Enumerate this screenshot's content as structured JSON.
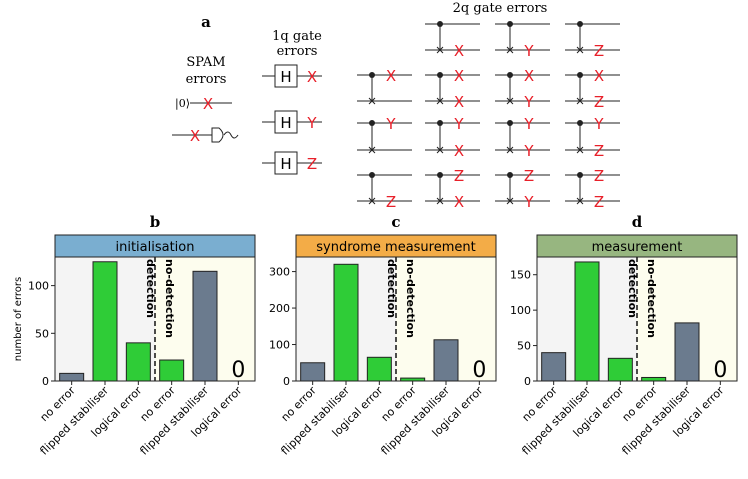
{
  "diagram": {
    "panel_a_label": "a",
    "spam_label_line1": "SPAM",
    "spam_label_line2": "errors",
    "spam_prep_symbol": "|0⟩",
    "oneq_label_line1": "1q gate",
    "oneq_label_line2": "errors",
    "twoq_label": "2q gate errors",
    "gate_label": "H",
    "pauli_x": "X",
    "pauli_y": "Y",
    "pauli_z": "Z",
    "red_color": "#e8202a"
  },
  "chart_data": [
    {
      "panel_label": "b",
      "type": "bar",
      "title": "initialisation",
      "title_color": "#7aaed0",
      "ylabel": "number of errors",
      "ylim": [
        0,
        130
      ],
      "yticks": [
        0,
        50,
        100
      ],
      "categories": [
        "no error",
        "flipped stabiliser",
        "logical error",
        "no error",
        "flipped stabiliser",
        "logical error"
      ],
      "groups": [
        "detection",
        "no-detection"
      ],
      "values": [
        8,
        125,
        40,
        22,
        115,
        0
      ],
      "colors": [
        "#6b7b8e",
        "#2fcc37",
        "#2fcc37",
        "#2fcc37",
        "#6b7b8e",
        "#6b7b8e"
      ],
      "zero_label": "0"
    },
    {
      "panel_label": "c",
      "type": "bar",
      "title": "syndrome measurement",
      "title_color": "#f3ac47",
      "ylabel": "",
      "ylim": [
        0,
        340
      ],
      "yticks": [
        0,
        100,
        200,
        300
      ],
      "categories": [
        "no error",
        "flipped stabiliser",
        "logical error",
        "no error",
        "flipped stabiliser",
        "logical error"
      ],
      "groups": [
        "detection",
        "no-detection"
      ],
      "values": [
        50,
        320,
        65,
        8,
        113,
        0
      ],
      "colors": [
        "#6b7b8e",
        "#2fcc37",
        "#2fcc37",
        "#2fcc37",
        "#6b7b8e",
        "#6b7b8e"
      ],
      "zero_label": "0"
    },
    {
      "panel_label": "d",
      "type": "bar",
      "title": "measurement",
      "title_color": "#97b680",
      "ylabel": "",
      "ylim": [
        0,
        175
      ],
      "yticks": [
        0,
        50,
        100,
        150
      ],
      "categories": [
        "no error",
        "flipped stabiliser",
        "logical error",
        "no error",
        "flipped stabiliser",
        "logical error"
      ],
      "groups": [
        "detection",
        "no-detection"
      ],
      "values": [
        40,
        168,
        32,
        5,
        82,
        0
      ],
      "colors": [
        "#6b7b8e",
        "#2fcc37",
        "#2fcc37",
        "#2fcc37",
        "#6b7b8e",
        "#6b7b8e"
      ],
      "zero_label": "0"
    }
  ]
}
